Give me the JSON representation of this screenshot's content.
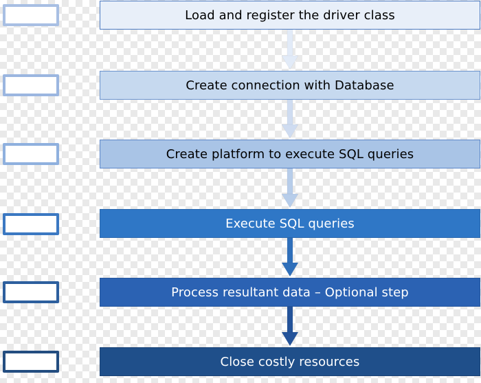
{
  "steps": [
    {
      "label": "Load and register the driver class",
      "fill": "#e8eff9",
      "border": "#4a79c0",
      "text": "#000000"
    },
    {
      "label": "Create connection with Database",
      "fill": "#c6d9ef",
      "border": "#6b93cd",
      "text": "#000000"
    },
    {
      "label": "Create platform to execute SQL queries",
      "fill": "#a9c4e6",
      "border": "#5b86c8",
      "text": "#000000"
    },
    {
      "label": "Execute SQL queries",
      "fill": "#2f77c6",
      "border": "#2a67ad",
      "text": "#ffffff"
    },
    {
      "label": "Process resultant data – Optional step",
      "fill": "#2b62b3",
      "border": "#24559c",
      "text": "#ffffff"
    },
    {
      "label": "Close costly resources",
      "fill": "#1f4f8a",
      "border": "#1a4275",
      "text": "#ffffff"
    }
  ],
  "markers": [
    {
      "border": "#a8bfe3"
    },
    {
      "border": "#9bb6e0"
    },
    {
      "border": "#8fb0de"
    },
    {
      "border": "#3b78c2"
    },
    {
      "border": "#2d5f9e"
    },
    {
      "border": "#234d80"
    }
  ],
  "arrows": [
    {
      "color": "#e2ebf8"
    },
    {
      "color": "#cfdcf1"
    },
    {
      "color": "#b7cdea"
    },
    {
      "color": "#2f6fba"
    },
    {
      "color": "#24539a"
    }
  ]
}
